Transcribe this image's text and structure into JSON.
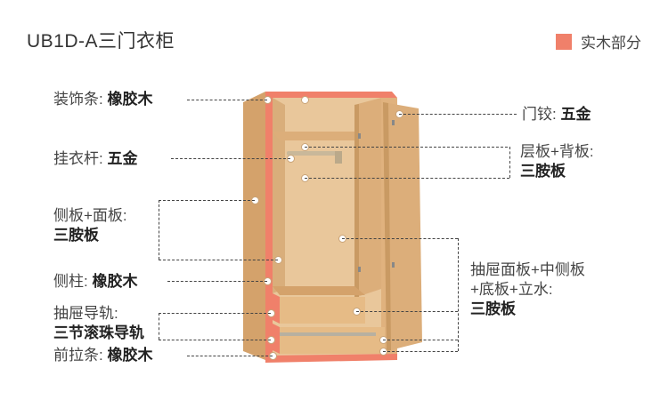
{
  "title": "UB1D-A三门衣柜",
  "legend": {
    "label": "实木部分",
    "color": "#f0806a"
  },
  "labels": {
    "trim_strip": {
      "name": "装饰条:",
      "material": "橡胶木"
    },
    "hanging_rod": {
      "name": "挂衣杆:",
      "material": "五金"
    },
    "side_top_panel": {
      "name": "侧板+面板:",
      "material": "三胺板"
    },
    "side_post": {
      "name": "侧柱:",
      "material": "橡胶木"
    },
    "drawer_rail": {
      "name": "抽屉导轨:",
      "material": "三节滚珠导轨"
    },
    "front_strip": {
      "name": "前拉条:",
      "material": "橡胶木"
    },
    "door_hinge": {
      "name": "门铰:",
      "material": "五金"
    },
    "shelf_back": {
      "name": "层板+背板:",
      "material": "三胺板"
    },
    "drawer_parts": {
      "name_line1": "抽屉面板+中侧板",
      "name_line2": "+底板+立水:",
      "material": "三胺板"
    }
  },
  "colors": {
    "wood": "#dcae7a",
    "wood_dark": "#c99a63",
    "interior": "#e9c79b",
    "solid_wood": "#f0806a",
    "rod": "#c9b89a"
  }
}
